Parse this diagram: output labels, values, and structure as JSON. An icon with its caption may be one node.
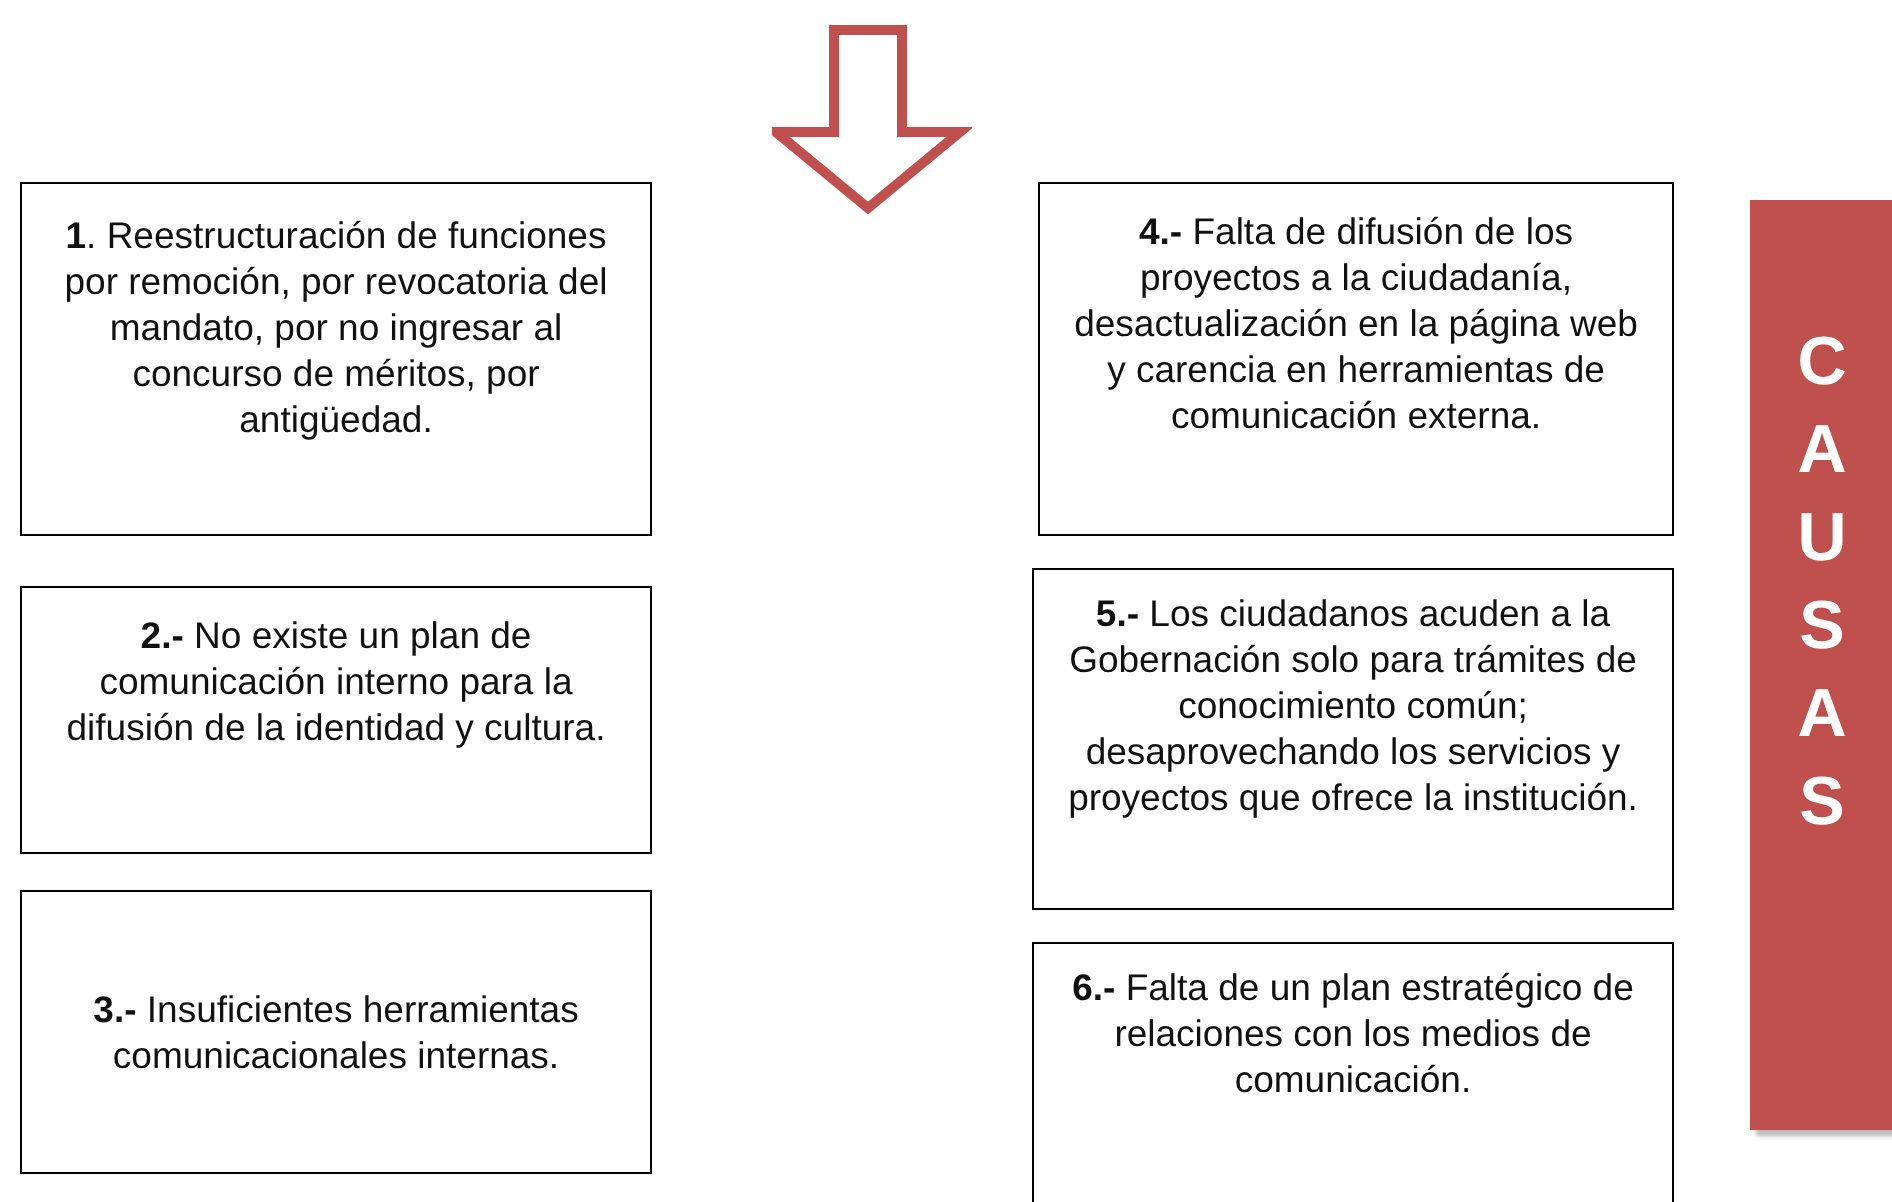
{
  "diagram": {
    "nodes": [
      {
        "text": [
          "**1**. Reestructuración de funciones por remoción, por revocatoria del mandato, por no ingresar al concurso de méritos, por antigüedad."
        ]
      },
      {
        "text": [
          "**2.-** No existe un plan de comunicación interno para la difusión de la identidad y cultura."
        ]
      },
      {
        "text": [
          "**3.-** Insuficientes herramientas comunicacionales internas."
        ]
      },
      {
        "text": [
          "**4.-** Falta de difusión de los proyectos a la ciudadanía, desactualización en la página web y carencia en herramientas de comunicación externa."
        ]
      },
      {
        "text": [
          "**5.-** Los ciudadanos acuden a la Gobernación solo para trámites de conocimiento común; desaprovechando los servicios y proyectos que ofrece la institución."
        ]
      },
      {
        "text": [
          "**6.-**  Falta de un plan estratégico de relaciones con los medios de comunicación."
        ]
      },
      {
        "text": [
          "CAUSAS"
        ]
      }
    ],
    "edges": []
  }
}
